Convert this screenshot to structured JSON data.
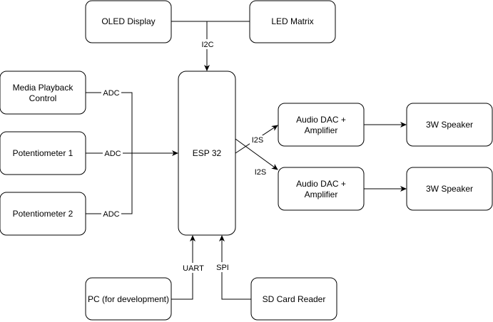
{
  "nodes": {
    "oled": {
      "text": [
        "OLED Display"
      ]
    },
    "led": {
      "text": [
        "LED Matrix"
      ]
    },
    "media": {
      "text": [
        "Media Playback",
        "Control"
      ]
    },
    "pot1": {
      "text": [
        "Potentiometer 1"
      ]
    },
    "pot2": {
      "text": [
        "Potentiometer 2"
      ]
    },
    "esp": {
      "text": [
        "ESP 32"
      ]
    },
    "dac1": {
      "text": [
        "Audio DAC +",
        "Amplifier"
      ]
    },
    "dac2": {
      "text": [
        "Audio DAC +",
        "Amplifier"
      ]
    },
    "spk1": {
      "text": [
        "3W Speaker"
      ]
    },
    "spk2": {
      "text": [
        "3W Speaker"
      ]
    },
    "pc": {
      "text": [
        "PC (for development)"
      ]
    },
    "sd": {
      "text": [
        "SD Card Reader"
      ]
    }
  },
  "edges": {
    "i2c": "I2C",
    "adc_media": "ADC",
    "adc_pot1": "ADC",
    "adc_pot2": "ADC",
    "i2s_1": "I2S",
    "i2s_2": "I2S",
    "uart": "UART",
    "spi": "SPI"
  },
  "colors": {
    "stroke": "#000000",
    "fill": "#ffffff",
    "background": "#ffffff"
  }
}
